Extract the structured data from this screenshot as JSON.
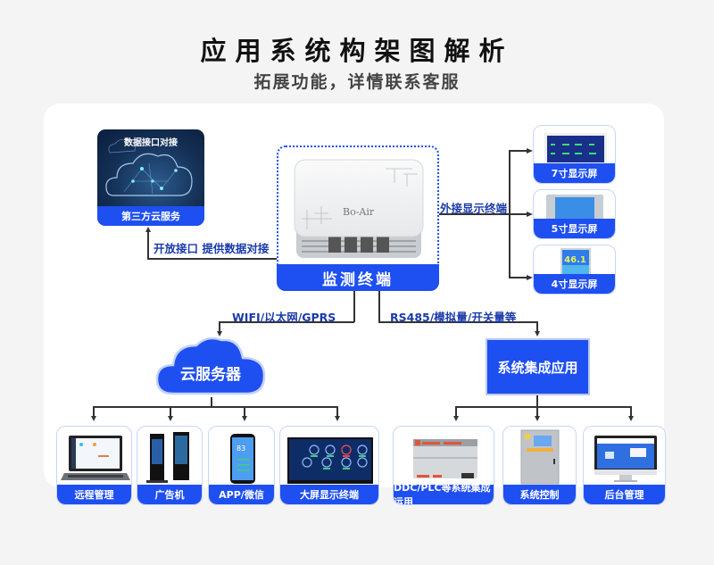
{
  "header": {
    "title": "应用系统构架图解析",
    "subtitle": "拓展功能，详情联系客服"
  },
  "third_party": {
    "overlay_text": "数据接口对接",
    "caption": "第三方云服务"
  },
  "monitor": {
    "brand": "Bo-Air",
    "caption": "监测终端"
  },
  "links": {
    "open_interface": "开放接口 提供数据对接",
    "external_display": "外接显示终端",
    "wireless": "WIFI/以太网/GPRS",
    "wired": "RS485/模拟量/开关量等"
  },
  "displays": [
    {
      "caption": "7寸显示屏"
    },
    {
      "caption": "5寸显示屏"
    },
    {
      "caption": "4寸显示屏",
      "reading": "46.1"
    }
  ],
  "cloud_server": {
    "label": "云服务器"
  },
  "system_integration": {
    "label": "系统集成应用"
  },
  "cloud_terminals": [
    {
      "caption": "远程管理"
    },
    {
      "caption": "广告机"
    },
    {
      "caption": "APP/微信",
      "reading": "83"
    },
    {
      "caption": "大屏显示终端"
    }
  ],
  "integration_terminals": [
    {
      "caption": "DDC/PLC等系统集成运用"
    },
    {
      "caption": "系统控制"
    },
    {
      "caption": "后台管理"
    }
  ],
  "colors": {
    "accent": "#1e4ff0",
    "label": "#1a3aa8",
    "line": "#333333",
    "background": "#f4f4f4"
  }
}
